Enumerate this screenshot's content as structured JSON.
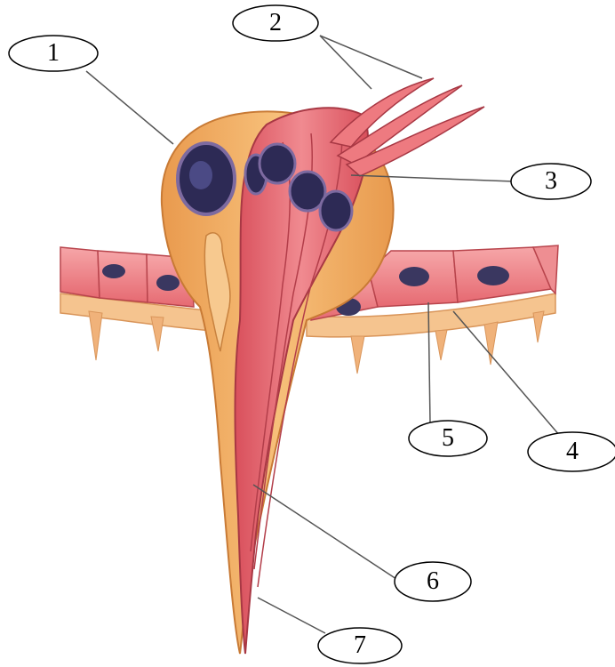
{
  "labels": [
    {
      "id": "1",
      "text": "1"
    },
    {
      "id": "2",
      "text": "2"
    },
    {
      "id": "3",
      "text": "3"
    },
    {
      "id": "4",
      "text": "4"
    },
    {
      "id": "5",
      "text": "5"
    },
    {
      "id": "6",
      "text": "6"
    },
    {
      "id": "7",
      "text": "7"
    }
  ],
  "colors": {
    "support_cell": "#f2b066",
    "receptor_cell": "#e8666e",
    "nucleus": "#3a3760",
    "epithelium": "#ef8a8e",
    "basement": "#f5c89a",
    "leader_line": "#555555"
  }
}
